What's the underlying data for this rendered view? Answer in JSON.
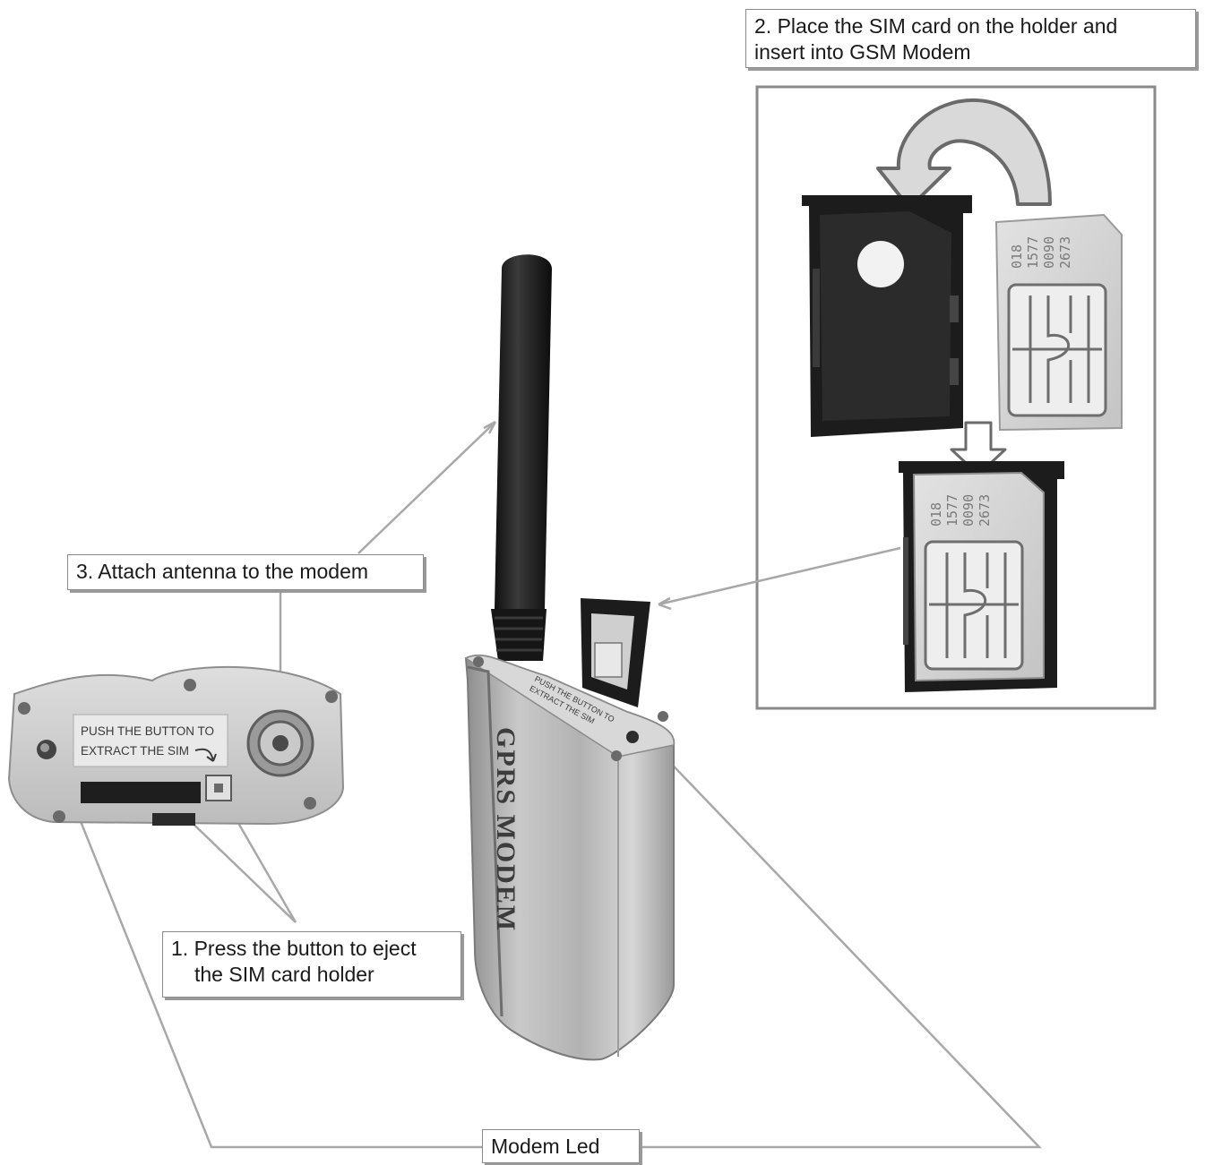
{
  "callouts": {
    "step1": {
      "line1": "1. Press the button to eject",
      "line2": "the SIM card holder"
    },
    "step2": {
      "line1": "2. Place the SIM card on the holder and",
      "line2": "insert into GSM Modem"
    },
    "step3": {
      "label": "3. Attach antenna to the modem"
    },
    "led": {
      "label": "Modem Led"
    }
  },
  "front_panel": {
    "label_line1": "PUSH THE BUTTON TO",
    "label_line2": "EXTRACT THE SIM"
  },
  "modem_body": {
    "brand_text": "GPRS MODEM",
    "top_label_line1": "PUSH THE BUTTON TO",
    "top_label_line2": "EXTRACT THE SIM"
  },
  "sim_card": {
    "number_lines": [
      "018",
      "1577",
      "0090",
      "2673"
    ]
  },
  "icons": [
    "curved-arrow-icon",
    "down-arrow-icon",
    "sim-chip-icon",
    "antenna-connector-icon",
    "led-icon"
  ],
  "colors": {
    "callout_border": "#8a8a8a",
    "leader_line": "#a8a8a8",
    "holder_black": "#1c1c1c",
    "modem_silver": "#b9b9b9",
    "sim_gray": "#cfcfcf"
  }
}
